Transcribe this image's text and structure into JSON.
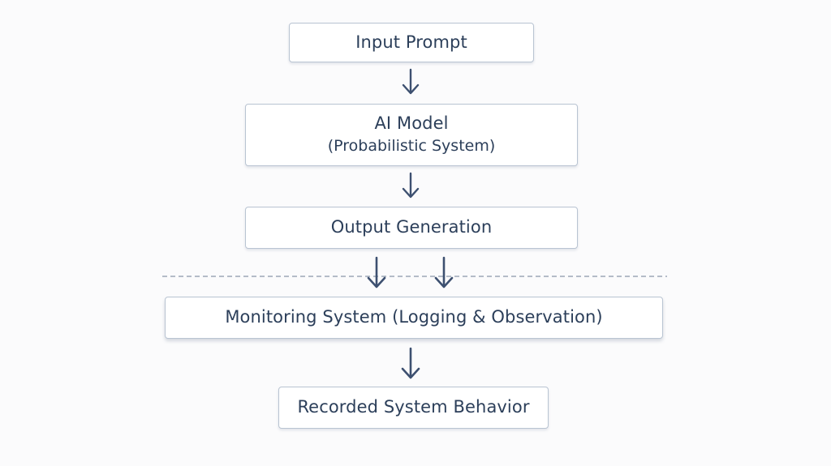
{
  "nodes": {
    "input_prompt": "Input Prompt",
    "ai_model": "AI Model",
    "ai_model_sub": "(Probabilistic System)",
    "output_generation": "Output Generation",
    "monitoring_system": "Monitoring System (Logging & Observation)",
    "recorded_behavior": "Recorded System Behavior"
  },
  "colors": {
    "text": "#2c3f5a",
    "arrow": "#3d5070",
    "box_border": "#b9c4d2",
    "divider": "#8a96a8"
  }
}
